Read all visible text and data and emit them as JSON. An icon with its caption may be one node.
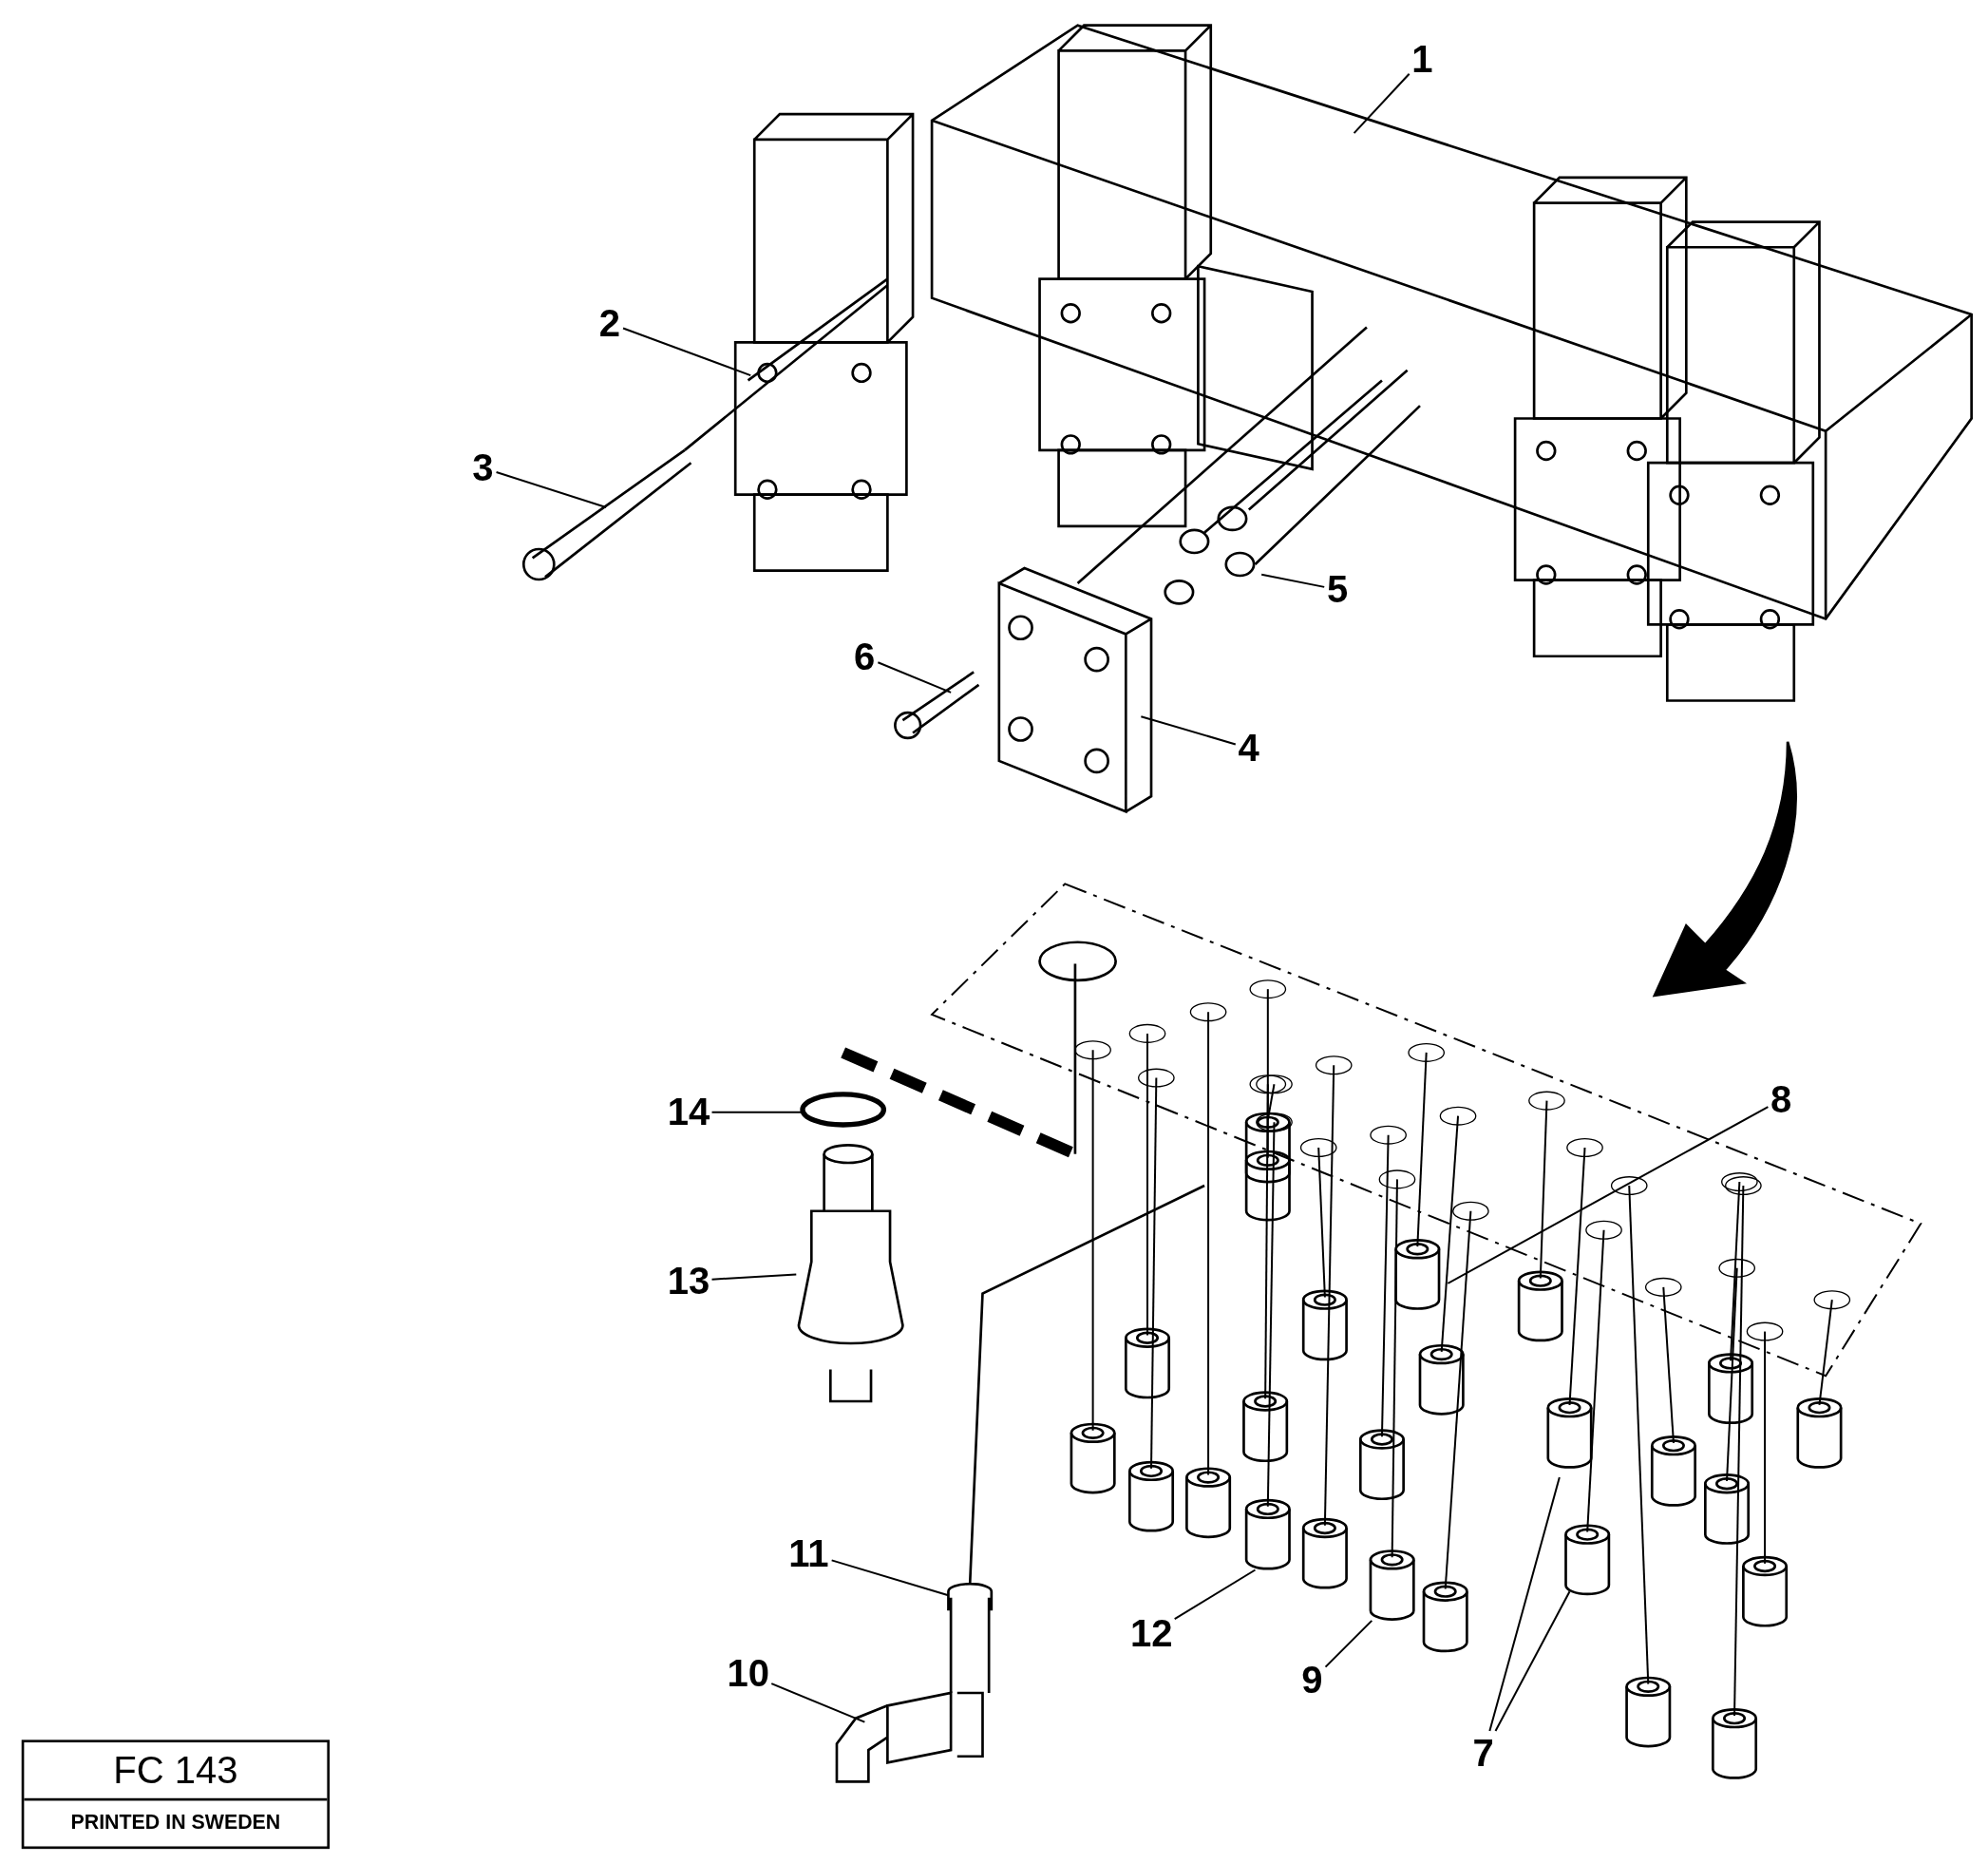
{
  "diagram": {
    "nodes": [
      {
        "text": [
          "1"
        ]
      },
      {
        "text": [
          "2"
        ]
      },
      {
        "text": [
          "3"
        ]
      },
      {
        "text": [
          "4"
        ]
      },
      {
        "text": [
          "5"
        ]
      },
      {
        "text": [
          "6"
        ]
      },
      {
        "text": [
          "7"
        ]
      },
      {
        "text": [
          "8"
        ]
      },
      {
        "text": [
          "9"
        ]
      },
      {
        "text": [
          "10"
        ]
      },
      {
        "text": [
          "11"
        ]
      },
      {
        "text": [
          "12"
        ]
      },
      {
        "text": [
          "13"
        ]
      },
      {
        "text": [
          "14"
        ]
      }
    ],
    "edges": [
      {
        "from": 0,
        "to": null,
        "arrow": "none"
      },
      {
        "from": 1,
        "to": null,
        "arrow": "none"
      },
      {
        "from": 2,
        "to": null,
        "arrow": "none"
      },
      {
        "from": 3,
        "to": null,
        "arrow": "none"
      },
      {
        "from": 4,
        "to": null,
        "arrow": "none"
      },
      {
        "from": 5,
        "to": null,
        "arrow": "none"
      },
      {
        "from": 6,
        "to": null,
        "arrow": "none"
      },
      {
        "from": 6,
        "to": null,
        "arrow": "none"
      },
      {
        "from": 7,
        "to": null,
        "arrow": "none"
      },
      {
        "from": 8,
        "to": null,
        "arrow": "none"
      },
      {
        "from": 9,
        "to": null,
        "arrow": "none"
      },
      {
        "from": 10,
        "to": null,
        "arrow": "none"
      },
      {
        "from": 11,
        "to": null,
        "arrow": "none"
      },
      {
        "from": 12,
        "to": null,
        "arrow": "none"
      },
      {
        "from": 13,
        "to": null,
        "arrow": "none"
      }
    ],
    "labels": [
      "FC 143",
      "PRINTED IN SWEDEN"
    ]
  }
}
